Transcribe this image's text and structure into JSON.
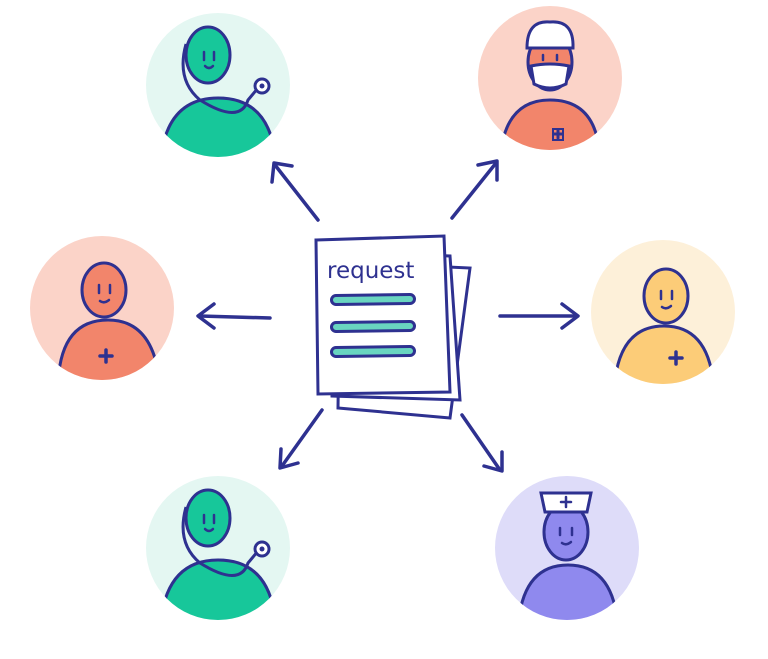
{
  "document": {
    "label": "request"
  },
  "colors": {
    "ink": "#2e3190",
    "doctor_bg": "#e4f7f2",
    "doctor_body": "#17c79a",
    "surgeon_bg": "#fbd3c8",
    "surgeon_body": "#f2856b",
    "nurse_red_bg": "#fbd3c8",
    "nurse_red_body": "#f2856b",
    "yellow_bg": "#fdf0d9",
    "yellow_body": "#fccc78",
    "nurse_bg": "#dedcf9",
    "nurse_body": "#8f89ee",
    "doc_highlight": "#69d5c0"
  },
  "recipients": [
    {
      "role": "doctor",
      "icon": "doctor-with-stethoscope-icon"
    },
    {
      "role": "surgeon",
      "icon": "surgeon-with-mask-icon"
    },
    {
      "role": "medic",
      "icon": "medic-with-cross-icon"
    },
    {
      "role": "medic",
      "icon": "medic-with-cross-icon"
    },
    {
      "role": "doctor",
      "icon": "doctor-with-stethoscope-icon"
    },
    {
      "role": "nurse",
      "icon": "nurse-with-cap-icon"
    }
  ]
}
